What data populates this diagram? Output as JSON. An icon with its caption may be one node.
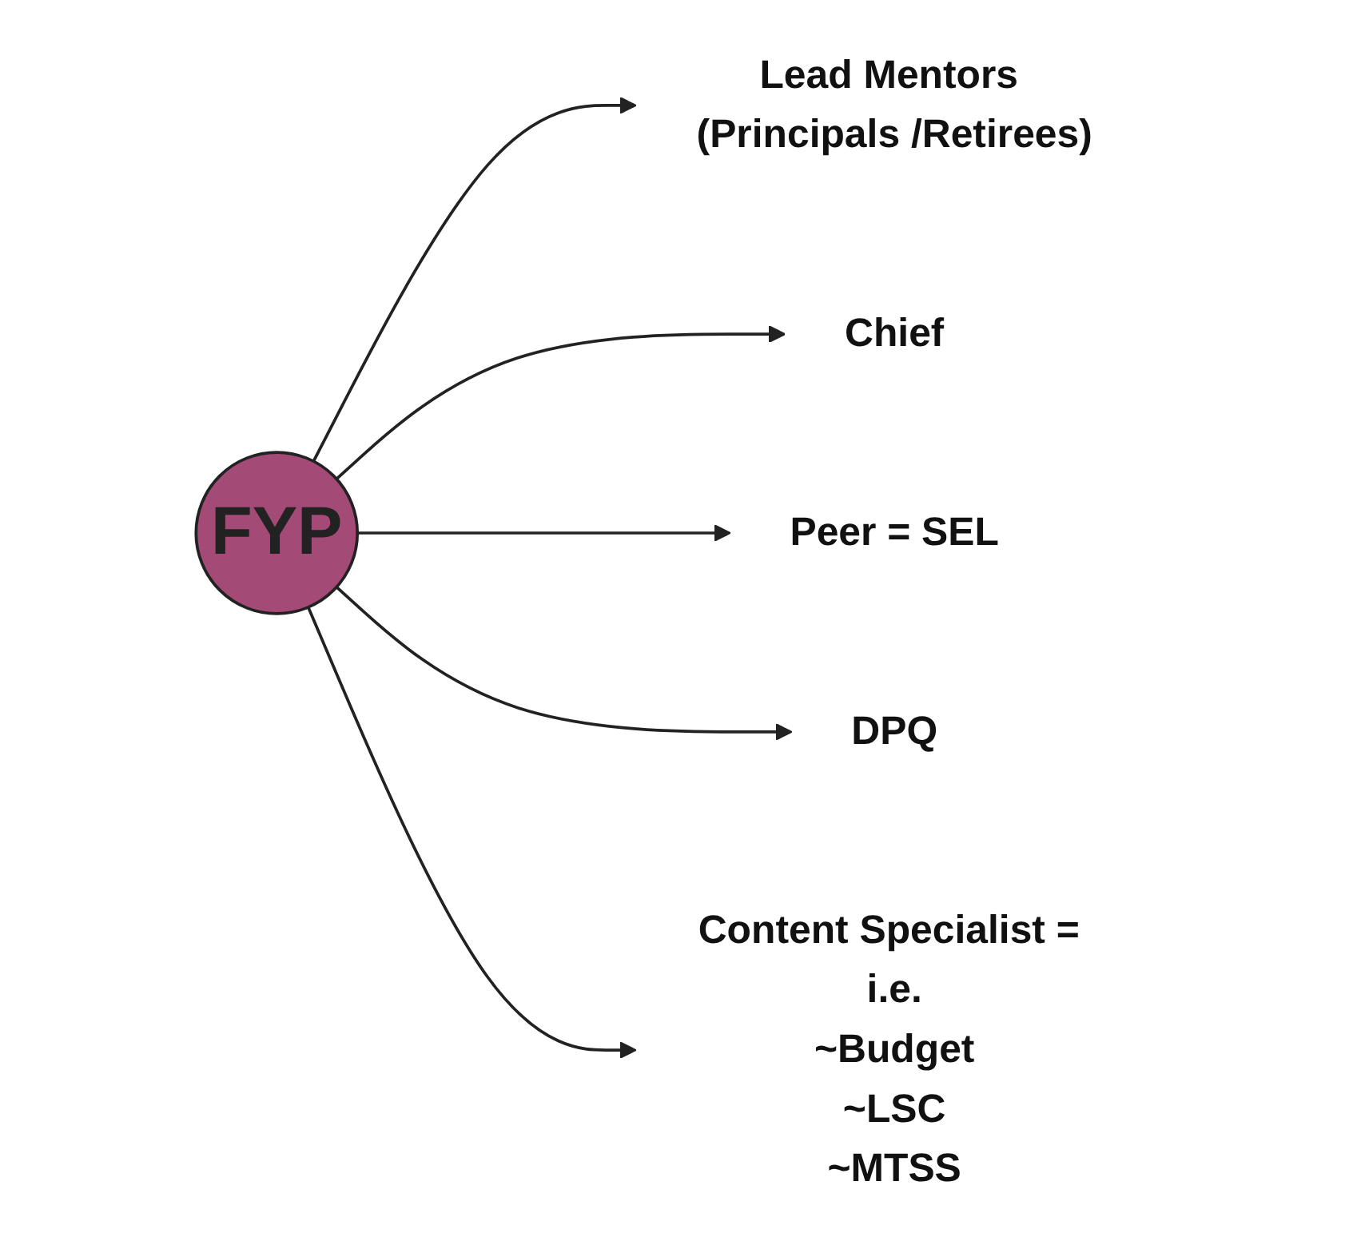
{
  "diagram": {
    "nodes": [
      {
        "text": [
          "Lead Mentors (Principals /Retirees)"
        ]
      },
      {
        "text": [
          "Chief"
        ]
      },
      {
        "text": [
          "FYP"
        ]
      },
      {
        "text": [
          "Peer = SEL"
        ]
      },
      {
        "text": [
          "DPQ"
        ]
      },
      {
        "text": [
          "Content Specialist = i.e.",
          "~Budget",
          "~LSC",
          "~MTSS"
        ]
      }
    ],
    "edges": [
      {
        "from": 2,
        "to": 0,
        "arrow": "to"
      },
      {
        "from": 2,
        "to": 1,
        "arrow": "to"
      },
      {
        "from": 2,
        "to": 3,
        "arrow": "to"
      },
      {
        "from": 2,
        "to": 4,
        "arrow": "to"
      },
      {
        "from": 2,
        "to": 5,
        "arrow": "to"
      }
    ]
  }
}
